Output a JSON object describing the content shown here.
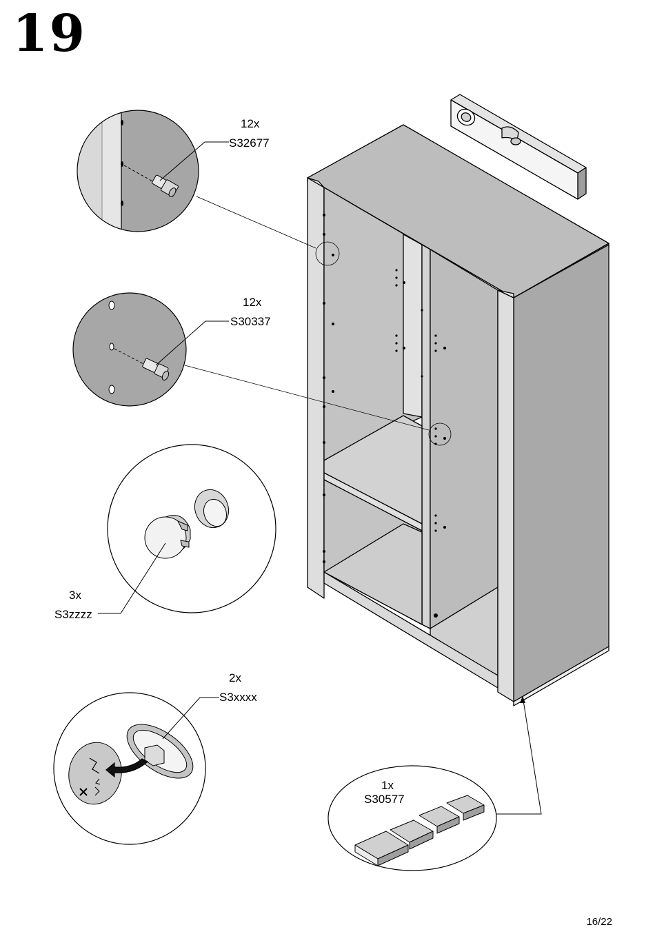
{
  "step": {
    "number": "19"
  },
  "parts": [
    {
      "qty": "12x",
      "code": "S32677"
    },
    {
      "qty": "12x",
      "code": "S30337"
    },
    {
      "qty": "3x",
      "code": "S3zzzz"
    },
    {
      "qty": "2x",
      "code": "S3xxxx"
    },
    {
      "qty": "1x",
      "code": "S30577"
    }
  ],
  "icons": [
    "spirit-level-icon",
    "remove-arrow-icon",
    "cross-icon",
    "arrows-icon"
  ],
  "colors": {
    "panel_gray": "#bdbdbd",
    "panel_light": "#d8d8d8",
    "panel_dark": "#a9a9a9",
    "line": "#000000"
  },
  "page": {
    "number": "16/22"
  }
}
